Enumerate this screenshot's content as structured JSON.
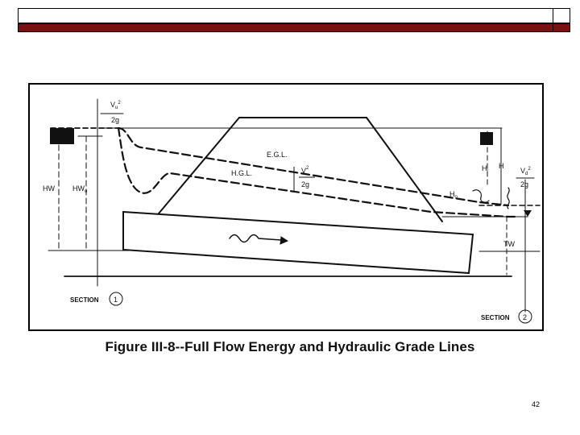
{
  "slide": {
    "caption": "Figure III-8--Full Flow Energy and Hydraulic Grade Lines",
    "page_number": "42",
    "accent_color": "#7a1010"
  },
  "diagram": {
    "egl_label": "E.G.L.",
    "hgl_label": "H.G.L.",
    "hw_label": "HW",
    "hwo_label_main": "HW",
    "hwo_label_sub": "o",
    "hl_label_main": "H",
    "hl_label_sub": "l",
    "h_label": "H",
    "ho_label_main": "H",
    "ho_label_sub": "o",
    "tw_label": "TW",
    "v_top": "V",
    "v_sq": "2",
    "v_bottom": "2g",
    "v_u_sub": "u",
    "v_d_sub": "d",
    "section1_label": "SECTION",
    "section1_num": "1",
    "section2_label": "SECTION",
    "section2_num": "2"
  }
}
